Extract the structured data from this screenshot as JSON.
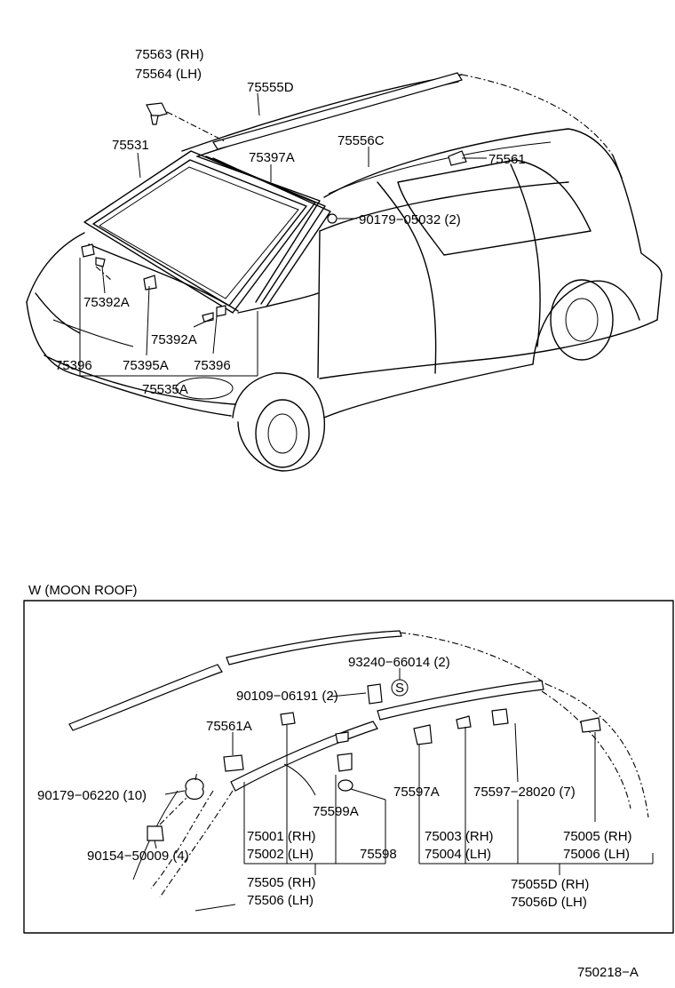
{
  "top_labels": {
    "p75563": "75563 (RH)",
    "p75564": "75564 (LH)",
    "p75555D": "75555D",
    "p75531": "75531",
    "p75397A": "75397A",
    "p75556C": "75556C",
    "p75561": "75561",
    "p90179_05032": "90179−05032 (2)",
    "p75392A_1": "75392A",
    "p75392A_2": "75392A",
    "p75396_1": "75396",
    "p75395A": "75395A",
    "p75396_2": "75396",
    "p75535A": "75535A"
  },
  "section": {
    "title": "W (MOON  ROOF)"
  },
  "box_labels": {
    "p93240_66014": "93240−66014 (2)",
    "p90109_06191": "90109−06191 (2)",
    "s_mark": "S",
    "p75561A": "75561A",
    "p90179_06220": "90179−06220 (10)",
    "p90154_50009": "90154−50009 (4)",
    "p75001": "75001 (RH)",
    "p75002": "75002 (LH)",
    "p75599A": "75599A",
    "p75598": "75598",
    "p75597A": "75597A",
    "p75597_28020": "75597−28020 (7)",
    "p75003": "75003 (RH)",
    "p75004": "75004 (LH)",
    "p75005": "75005 (RH)",
    "p75006": "75006 (LH)",
    "p75505": "75505 (RH)",
    "p75506": "75506 (LH)",
    "p75055D": "75055D (RH)",
    "p75056D": "75056D (LH)"
  },
  "footer": {
    "code": "750218−A"
  }
}
